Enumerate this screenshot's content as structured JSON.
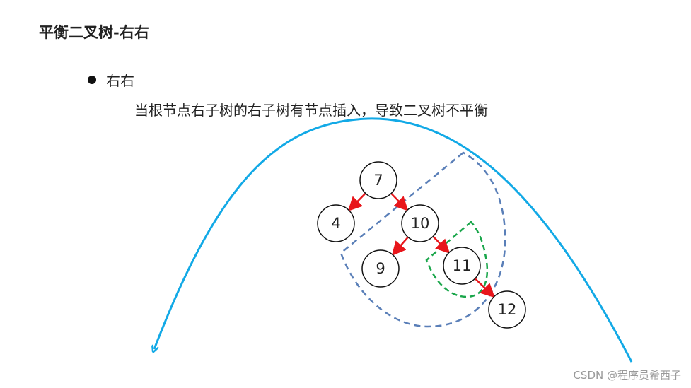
{
  "slide": {
    "title": "平衡二叉树-右右",
    "bullet": "右右",
    "description": "当根节点右子树的右子树有节点插入，导致二叉树不平衡"
  },
  "tree": {
    "nodes": [
      {
        "id": "n7",
        "label": "7"
      },
      {
        "id": "n4",
        "label": "4"
      },
      {
        "id": "n10",
        "label": "10"
      },
      {
        "id": "n9",
        "label": "9"
      },
      {
        "id": "n11",
        "label": "11"
      },
      {
        "id": "n12",
        "label": "12"
      }
    ],
    "edges": [
      {
        "from": "n7",
        "to": "n4"
      },
      {
        "from": "n7",
        "to": "n10"
      },
      {
        "from": "n10",
        "to": "n9"
      },
      {
        "from": "n10",
        "to": "n11"
      },
      {
        "from": "n11",
        "to": "n12"
      }
    ]
  },
  "colors": {
    "edge": "#e8161b",
    "rotation_arrow": "#12a9e6",
    "outer_group": "#5a7fb8",
    "inner_group": "#1aa64b"
  },
  "watermark": "CSDN @程序员希西子"
}
